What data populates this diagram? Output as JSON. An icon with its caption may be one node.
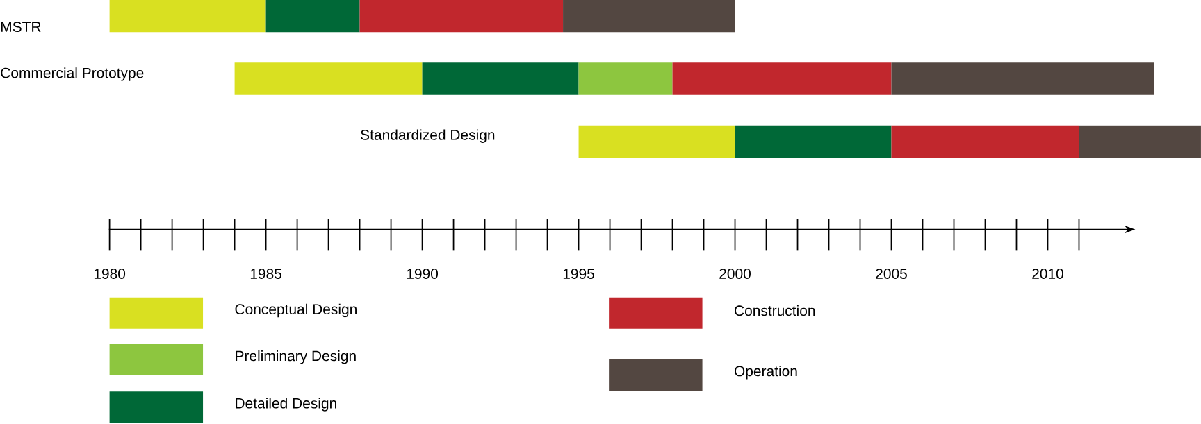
{
  "diagram": {
    "nodes": [
      {
        "text": [],
        "shape": "bar"
      },
      {
        "text": [],
        "shape": "bar"
      },
      {
        "text": [],
        "shape": "bar"
      },
      {
        "text": [],
        "shape": "bar"
      },
      {
        "text": [],
        "shape": "bar"
      },
      {
        "text": [],
        "shape": "bar"
      },
      {
        "text": [],
        "shape": "bar"
      },
      {
        "text": [],
        "shape": "bar"
      },
      {
        "text": [],
        "shape": "bar"
      },
      {
        "text": [],
        "shape": "bar"
      },
      {
        "text": [],
        "shape": "bar"
      },
      {
        "text": [],
        "shape": "bar"
      },
      {
        "text": [],
        "shape": "bar"
      }
    ],
    "labels": [
      "MSTR",
      "Commercial Prototype",
      "Standardized Design",
      "1980",
      "1985",
      "1990",
      "1995",
      "2000",
      "2005",
      "2010"
    ],
    "legend": [
      {
        "text": "Conceptual Design",
        "color": "#d9e021"
      },
      {
        "text": "Preliminary Design",
        "color": "#8dc63f"
      },
      {
        "text": "Detailed Design",
        "color": "#006837"
      },
      {
        "text": "Construction",
        "color": "#c1272d"
      },
      {
        "text": "Operation",
        "color": "#534741"
      }
    ]
  }
}
